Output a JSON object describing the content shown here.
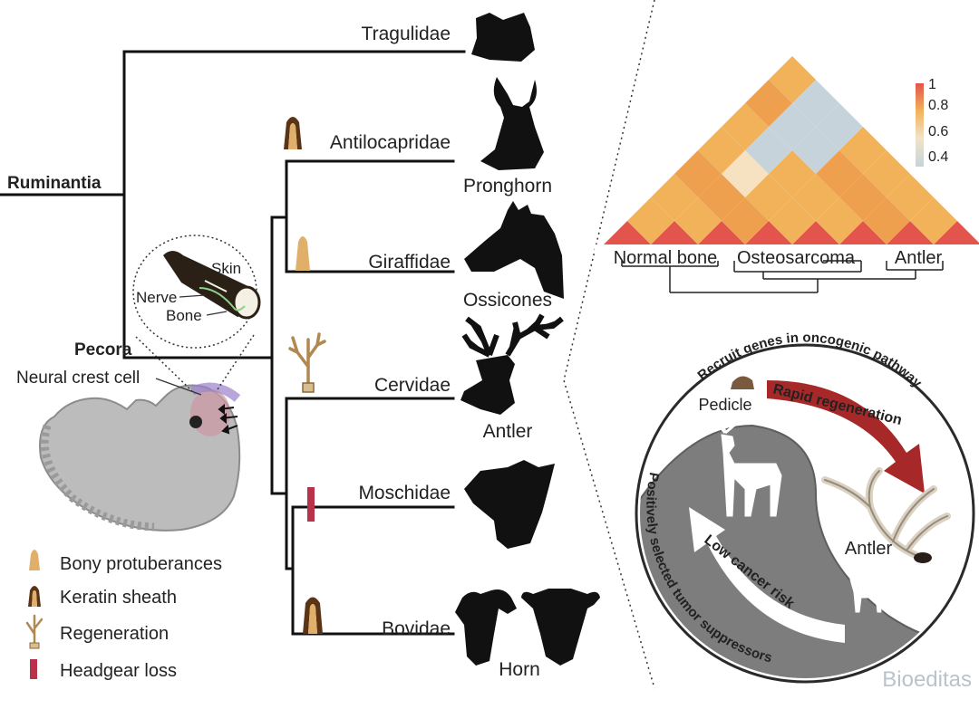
{
  "tree": {
    "root_label": "Ruminantia",
    "pecora_label": "Pecora",
    "neural_crest_label": "Neural crest cell",
    "families": [
      {
        "name": "Tragulidae",
        "animal_caption": ""
      },
      {
        "name": "Antilocapridae",
        "animal_caption": "Pronghorn"
      },
      {
        "name": "Giraffidae",
        "animal_caption": "Ossicones"
      },
      {
        "name": "Cervidae",
        "animal_caption": "Antler"
      },
      {
        "name": "Moschidae",
        "animal_caption": ""
      },
      {
        "name": "Bovidae",
        "animal_caption": "Horn"
      }
    ]
  },
  "inset": {
    "skin_label": "Skin",
    "nerve_label": "Nerve",
    "bone_label": "Bone"
  },
  "legend": {
    "items": [
      {
        "label": "Bony protuberances",
        "icon": "bony-protuberance-icon",
        "color": "#e0b06a"
      },
      {
        "label": "Keratin sheath",
        "icon": "keratin-sheath-icon",
        "color": "#5a3415"
      },
      {
        "label": "Regeneration",
        "icon": "regeneration-icon",
        "color": "#b08850"
      },
      {
        "label": "Headgear loss",
        "icon": "headgear-loss-icon",
        "color": "#b8324a"
      }
    ]
  },
  "heatmap": {
    "colorbar_ticks": [
      "1",
      "0.8",
      "0.6",
      "0.4"
    ],
    "group_labels": [
      "Normal bone",
      "Osteosarcoma",
      "Antler"
    ],
    "colors": {
      "high": "#e2544c",
      "mid": "#f2b25a",
      "low": "#c7d3da"
    }
  },
  "cycle": {
    "top_arc_text": "Recruit genes in oncogenic pathway",
    "bottom_arc_text": "Positively selected tumor suppressors",
    "rapid_label": "Rapid regeneration",
    "low_cancer_label": "Low cancer risk",
    "pedicle_label": "Pedicle",
    "antler_label": "Antler",
    "arrow_red": "#a62828",
    "fill_gray": "#7d7d7d"
  },
  "watermark": "Bioeditas"
}
